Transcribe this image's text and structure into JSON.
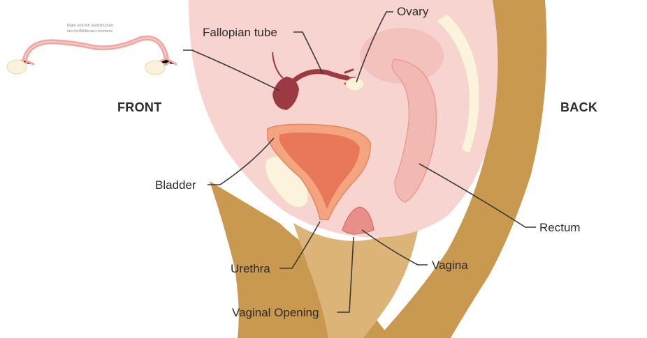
{
  "diagram": {
    "orientation": {
      "front": "FRONT",
      "back": "BACK"
    },
    "labels": {
      "ovary": "Ovary",
      "fallopian_tube": "Fallopian tube",
      "bladder": "Bladder",
      "rectum": "Rectum",
      "urethra": "Urethra",
      "vagina": "Vagina",
      "vaginal_opening": "Vaginal Opening"
    },
    "inset": {
      "caption_line1": "Right and left unobstructed",
      "caption_line2": "uterine/Müllerian remnants"
    },
    "colors": {
      "skin": "#c9994f",
      "skin_light": "#dcb477",
      "pelvic_cavity": "#f7d4cf",
      "bladder_outer": "#f4a47f",
      "bladder_inner": "#e9785a",
      "uterus_remnant": "#9c3a43",
      "ovary": "#fbf2dc",
      "rectum": "#f2b9b2",
      "bone": "#fbf3dc",
      "leader_line": "#3a3a3a"
    }
  }
}
